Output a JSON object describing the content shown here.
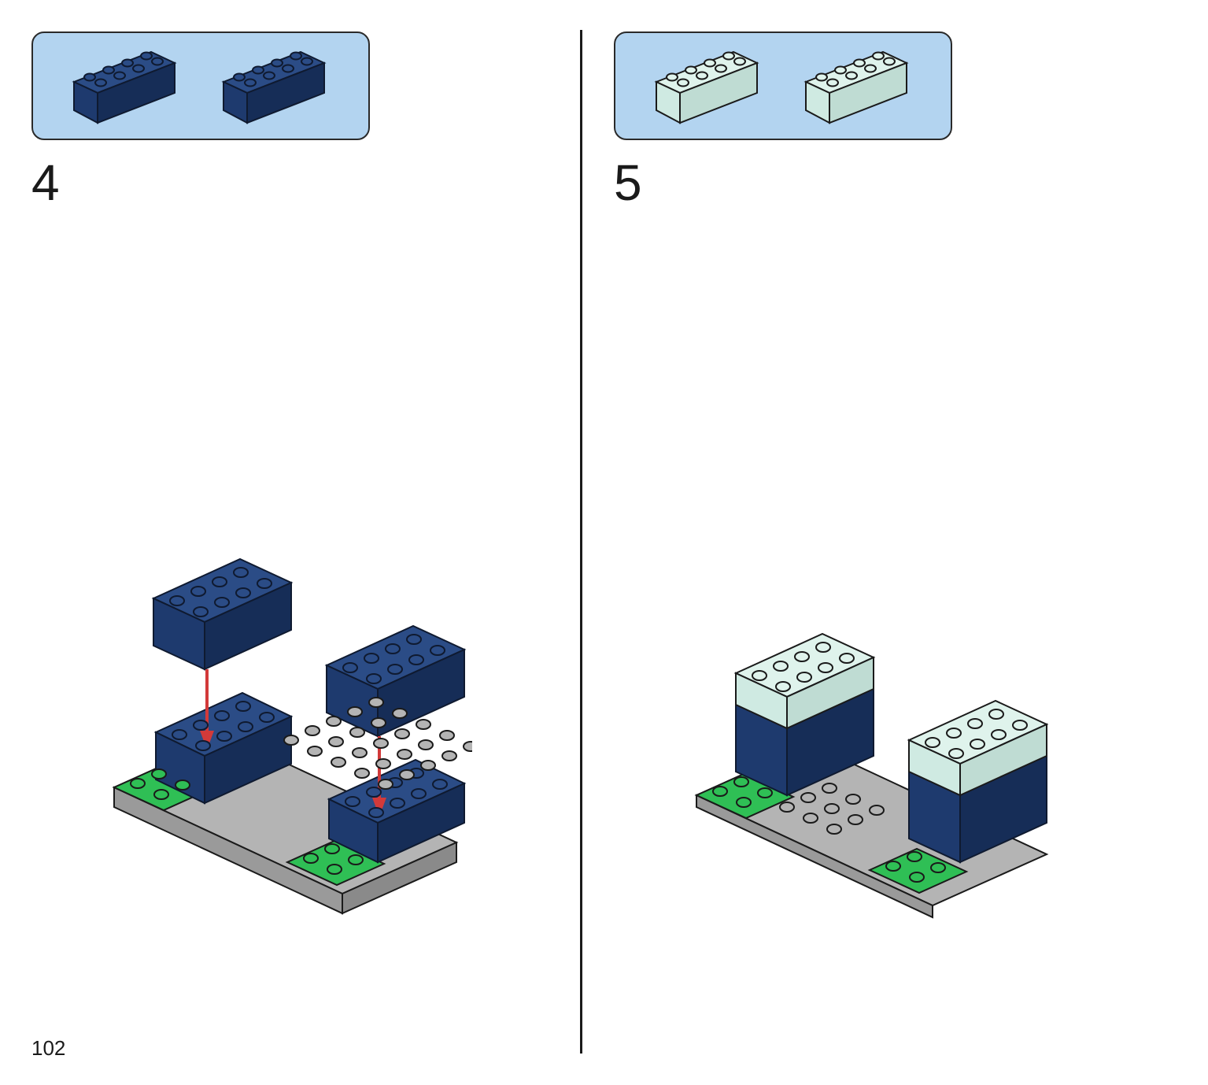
{
  "page_number": "102",
  "steps": [
    {
      "number": "4",
      "parts": [
        {
          "name": "brick-2x4",
          "color": "#1e3a6e",
          "qty": 2
        }
      ]
    },
    {
      "number": "5",
      "parts": [
        {
          "name": "brick-2x4",
          "color": "#cfeae2",
          "qty": 2
        }
      ]
    }
  ],
  "colors": {
    "dark_blue": "#1e3a6e",
    "light_aqua": "#cfeae2",
    "green": "#2fbf55",
    "gray": "#b4b4b4",
    "arrow_red": "#d23a3a",
    "parts_box_bg": "#b3d4f0"
  }
}
